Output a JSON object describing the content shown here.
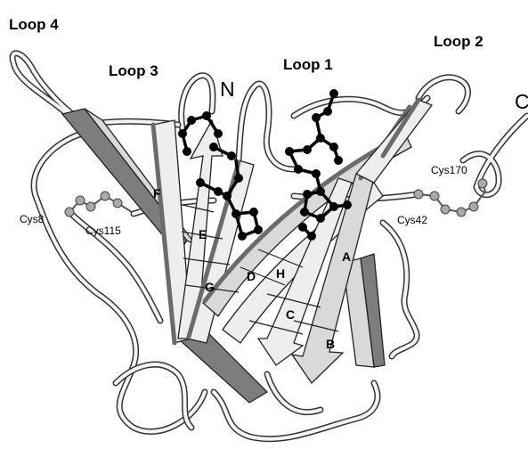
{
  "loop_labels": {
    "loop4": "Loop 4",
    "loop3": "Loop 3",
    "loop1": "Loop 1",
    "loop2": "Loop 2"
  },
  "termini": {
    "n": "N",
    "c": "C"
  },
  "cysteines": {
    "cys8": "Cys8",
    "cys115": "Cys115",
    "cys42": "Cys42",
    "cys170": "Cys170"
  },
  "strands": {
    "a": "A",
    "b": "B",
    "c": "C",
    "d": "D",
    "e": "E",
    "f": "F",
    "g": "G",
    "h": "H"
  }
}
